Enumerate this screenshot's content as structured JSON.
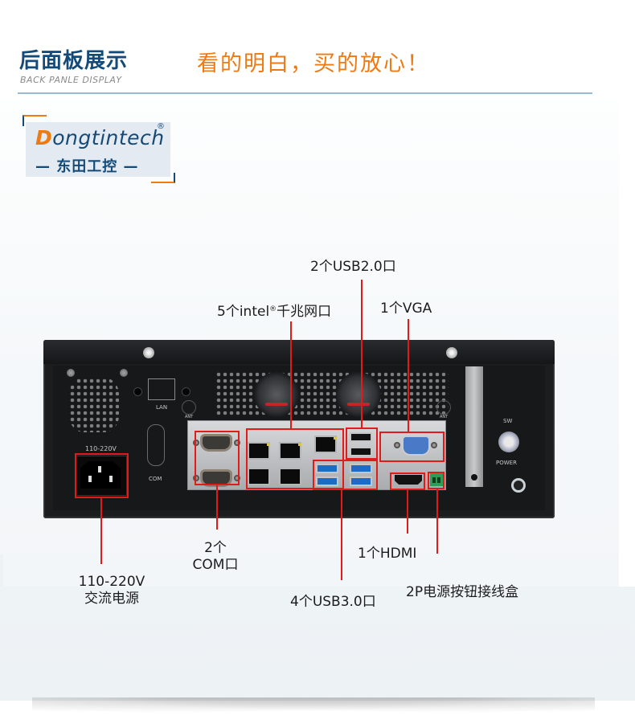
{
  "header": {
    "title_cn": "后面板展示",
    "title_en": "BACK PANLE DISPLAY",
    "slogan": "看的明白，买的放心！",
    "colors": {
      "title": "#144a78",
      "slogan": "#ee7a14",
      "divider": "#9bbad0"
    }
  },
  "logo": {
    "brand_first_letter": "D",
    "brand_rest": "ongtintech",
    "registered_mark": "®",
    "subtitle_cn": "— 东田工控 —",
    "colors": {
      "primary": "#144a78",
      "accent": "#ee7a14",
      "background": "#e4eaf1"
    }
  },
  "chassis": {
    "labels": {
      "lan": "LAN",
      "ant_left": "ANT",
      "ant_right": "ANT",
      "com": "COM",
      "voltage": "110-220V",
      "sw": "SW",
      "power": "POWER"
    },
    "highlight_color": "#e11a1a"
  },
  "callouts": {
    "usb2": "2个USB2.0口",
    "lan_prefix": "5个intel",
    "lan_reg": "®",
    "lan_suffix": "千兆网口",
    "vga": "1个VGA",
    "com_line1": "2个",
    "com_line2": "COM口",
    "power_line1": "110-220V",
    "power_line2": "交流电源",
    "hdmi": "1个HDMI",
    "usb3": "4个USB3.0口",
    "terminal": "2P电源按钮接线盒"
  }
}
